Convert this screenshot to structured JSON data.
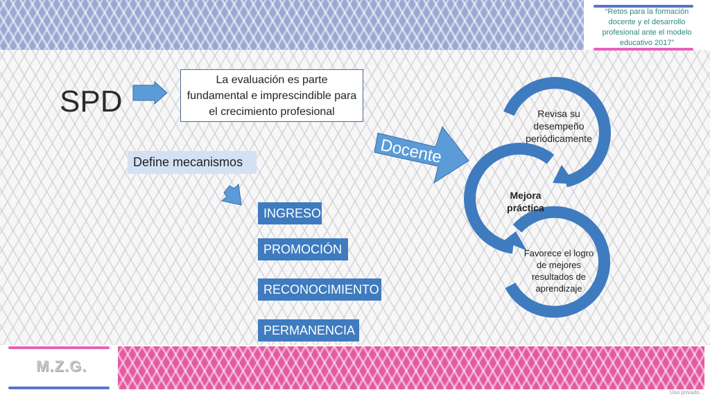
{
  "header": {
    "title": "“Retos para la formación docente y el desarrollo profesional ante el modelo educativo 2017”"
  },
  "main": {
    "spd_label": "SPD",
    "evaluation_text": "La evaluación es parte fundamental e imprescindible para el crecimiento profesional",
    "define_label": "Define mecanismos",
    "mechanisms": [
      "INGRESO",
      "PROMOCIÓN",
      "RECONOCIMIENTO",
      "PERMANENCIA"
    ],
    "docente_label": "Docente"
  },
  "cycle": {
    "top": "Revisa su desempeño periódicamente",
    "middle": "Mejora práctica",
    "bottom": "Favorece el logro de mejores resultados de aprendizaje"
  },
  "footer": {
    "initials": "M.Z.G.",
    "note": "Uso privado..."
  },
  "colors": {
    "accent_blue": "#3f7bbf",
    "arrow_blue": "#5a9bd8",
    "band_blue": "#9aa9d4",
    "band_pink": "#e45aa0",
    "light_blue_box": "#d3e1f3"
  }
}
